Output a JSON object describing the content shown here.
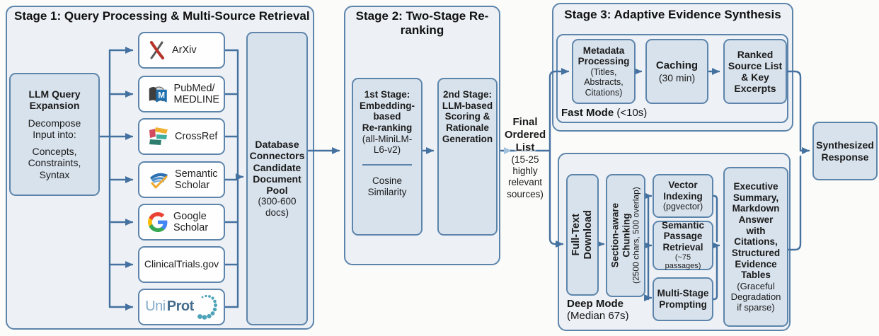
{
  "colors": {
    "accent_border": "#5d85ab",
    "arrow": "#44719f",
    "container_fill": "#edf1f6",
    "box_fill": "#d8e2ec",
    "source_box_fill": "#fefefe"
  },
  "stage1": {
    "title": "Stage 1: Query Processing & Multi-Source Retrieval",
    "llm_box": {
      "heading": "LLM Query\nExpansion",
      "line1": "Decompose\nInput into:",
      "line2": "Concepts,\nConstraints,\nSyntax"
    },
    "sources": [
      {
        "label": "ArXiv",
        "icon": "arxiv-icon"
      },
      {
        "label": "PubMed/\nMEDLINE",
        "icon": "pubmed-icon"
      },
      {
        "label": "CrossRef",
        "icon": "crossref-icon"
      },
      {
        "label": "Semantic\nScholar",
        "icon": "semantic-scholar-icon"
      },
      {
        "label": "Google\nScholar",
        "icon": "google-scholar-icon"
      },
      {
        "label": "ClinicalTrials.gov",
        "icon": null
      },
      {
        "label": "UniProt",
        "label_part1": "Uni",
        "label_part2": "Prot",
        "icon": "uniprot-dots-icon"
      }
    ],
    "database_box": {
      "heading": "Database\nConnectors\nCandidate\nDocument\nPool",
      "sub": "(300-600\ndocs)"
    }
  },
  "stage2": {
    "title": "Stage 2: Two-Stage Re-\nranking",
    "first_box": {
      "heading": "1st Stage:\nEmbedding-\nbased\nRe-ranking",
      "sub": "(all-MiniLM-\nL6-v2)",
      "footer": "Cosine\nSimilarity"
    },
    "second_box": {
      "heading": "2nd Stage:\nLLM-based\nScoring &\nRationale\nGeneration"
    }
  },
  "final_list": {
    "heading": "Final\nOrdered\nList",
    "sub": "(15-25\nhighly\nrelevant\nsources)"
  },
  "stage3": {
    "title": "Stage 3: Adaptive Evidence Synthesis",
    "fast": {
      "label_bold": "Fast Mode",
      "label_rest": " (<10s)",
      "metadata_box": {
        "heading": "Metadata\nProcessing",
        "sub": "(Titles,\nAbstracts,\nCitations)"
      },
      "caching_box": {
        "heading": "Caching",
        "sub": "(30 min)"
      },
      "ranked_box": {
        "heading": "Ranked\nSource List\n& Key\nExcerpts"
      }
    },
    "deep": {
      "label_bold": "Deep Mode",
      "label_rest": "(Median 67s)",
      "fulltext_box": {
        "heading": "Full-Text\nDownload"
      },
      "chunking_box": {
        "heading": "Section-aware\nChunking",
        "sub": "(2500 chars, 500 overlap)"
      },
      "vector_box": {
        "heading": "Vector\nIndexing",
        "sub": "(pgvector)"
      },
      "passage_box": {
        "heading": "Semantic\nPassage\nRetrieval",
        "sub": "(~75 passages)"
      },
      "prompting_box": {
        "heading": "Multi-Stage\nPrompting"
      },
      "exec_box": {
        "heading": "Executive\nSummary,\nMarkdown\nAnswer\nwith\nCitations,\nStructured\nEvidence\nTables",
        "sub": "(Graceful\nDegradation\nif sparse)"
      }
    }
  },
  "synthesized_box": {
    "heading": "Synthesized\nResponse"
  }
}
